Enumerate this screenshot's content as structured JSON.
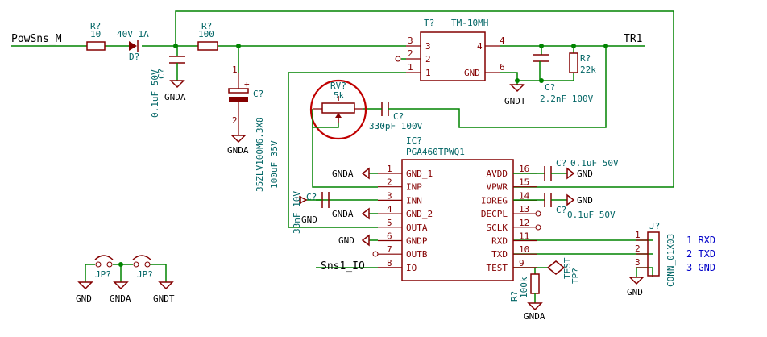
{
  "net_labels": {
    "pow_sns": "PowSns_M",
    "tr1": "TR1",
    "sns1_io": "Sns1_IO"
  },
  "r1": {
    "ref": "R?",
    "value": "10"
  },
  "d1": {
    "ref": "D?",
    "value": "40V 1A"
  },
  "c1": {
    "ref": "C?",
    "value": "0.1uF 50V",
    "gnd": "GNDA"
  },
  "r2": {
    "ref": "R?",
    "value": "100"
  },
  "c2": {
    "ref": "C?",
    "value": "100uF 35V",
    "part": "35ZLV100M6.3X8",
    "gnd": "GNDA",
    "pin1": "1",
    "pin2": "2",
    "plus": "+"
  },
  "xfmr": {
    "ref": "T?",
    "value": "TM-10MH",
    "pins_left": [
      {
        "num": "3",
        "name": "3"
      },
      {
        "num": "2",
        "name": "2"
      },
      {
        "num": "1",
        "name": "1"
      }
    ],
    "pins_right": [
      {
        "num": "4",
        "name": "4"
      },
      {
        "num": "6",
        "name": "GND"
      }
    ],
    "gnd": "GNDT"
  },
  "c3": {
    "ref": "C?",
    "value": "2.2nF 100V"
  },
  "r3": {
    "ref": "R?",
    "value": "22k"
  },
  "rv1": {
    "ref": "RV?",
    "value": "5k"
  },
  "c4": {
    "ref": "C?",
    "value": "330pF 100V"
  },
  "ic": {
    "ref": "IC?",
    "value": "PGA460TPWQ1",
    "left_pins": [
      {
        "num": "1",
        "name": "GND_1"
      },
      {
        "num": "2",
        "name": "INP"
      },
      {
        "num": "3",
        "name": "INN"
      },
      {
        "num": "4",
        "name": "GND_2"
      },
      {
        "num": "5",
        "name": "OUTA"
      },
      {
        "num": "6",
        "name": "GNDP"
      },
      {
        "num": "7",
        "name": "OUTB"
      },
      {
        "num": "8",
        "name": "IO"
      }
    ],
    "right_pins": [
      {
        "num": "16",
        "name": "AVDD"
      },
      {
        "num": "15",
        "name": "VPWR"
      },
      {
        "num": "14",
        "name": "IOREG"
      },
      {
        "num": "13",
        "name": "DECPL"
      },
      {
        "num": "12",
        "name": "SCLK"
      },
      {
        "num": "11",
        "name": "RXD"
      },
      {
        "num": "10",
        "name": "TXD"
      },
      {
        "num": "9",
        "name": "TEST"
      }
    ]
  },
  "c5": {
    "ref": "C?",
    "value": "33nF 10V",
    "gnd": "GND"
  },
  "c6": {
    "ref": "C?",
    "value": "0.1uF 50V",
    "gnd": "GND"
  },
  "c7": {
    "ref": "C?",
    "value": "0.1uF 50V",
    "gnd": "GND"
  },
  "power": {
    "gnda": "GNDA",
    "gnd": "GND"
  },
  "r4": {
    "ref": "R?",
    "value": "100k",
    "gnd": "GNDA"
  },
  "tp": {
    "ref": "TP?",
    "value": "TEST"
  },
  "conn": {
    "ref": "J?",
    "value": "CONN_01X03",
    "gnd": "GND",
    "pins": [
      "1",
      "2",
      "3"
    ],
    "labels": [
      "1 RXD",
      "2 TXD",
      "3 GND"
    ]
  },
  "jp1": {
    "ref": "JP?"
  },
  "jp2": {
    "ref": "JP?"
  },
  "jp_gnd": [
    "GND",
    "GNDA",
    "GNDT"
  ]
}
